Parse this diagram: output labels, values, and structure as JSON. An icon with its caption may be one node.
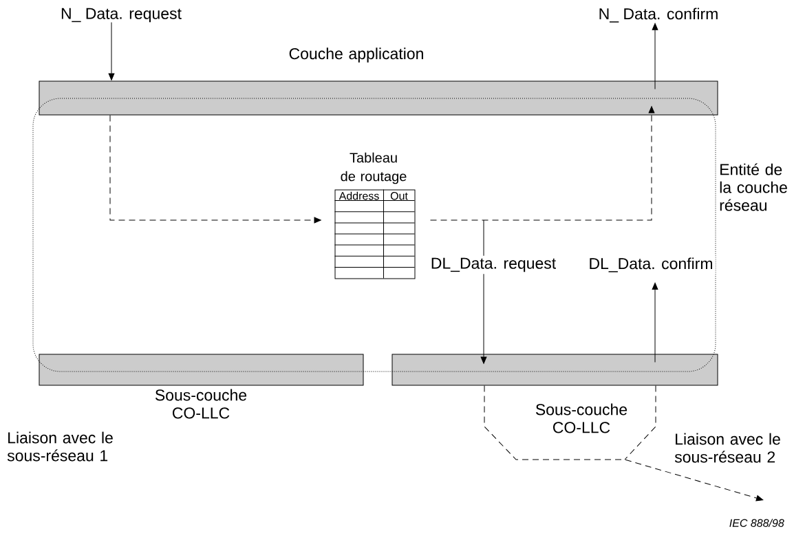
{
  "diagram": {
    "nodes": [
      {
        "text": [
          "Couche application"
        ]
      },
      {
        "text": [
          "Entité de la couche réseau"
        ]
      },
      {
        "text": [
          "Tableau de routage",
          "Address",
          "Out"
        ],
        "in": 1
      },
      {
        "text": [
          "Sous-couche CO-LLC"
        ]
      },
      {
        "text": [
          "Sous-couche CO-LLC"
        ]
      },
      {
        "text": [
          "N_ Data. request"
        ]
      },
      {
        "text": [
          "N_ Data. confirm"
        ]
      }
    ],
    "edges": [
      {
        "from": 5,
        "to": 0,
        "arrow": "to"
      },
      {
        "from": 0,
        "to": 6,
        "arrow": "to"
      },
      {
        "from": 0,
        "to": 2,
        "arrow": "to",
        "style": "dashed"
      },
      {
        "from": 2,
        "to": 0,
        "arrow": "to",
        "style": "dashed"
      },
      {
        "from": null,
        "to": 4,
        "arrow": "to",
        "label": "DL_Data. request"
      },
      {
        "from": 4,
        "to": null,
        "arrow": "to",
        "label": "DL_Data. confirm"
      },
      {
        "from": 4,
        "to": null,
        "arrow": "to",
        "style": "dashed"
      },
      {
        "from": 4,
        "to": null,
        "arrow": "none",
        "style": "dashed"
      }
    ],
    "labels": [
      "Liaison avec le sous-réseau 1",
      "Liaison avec le sous-réseau 2",
      "IEC 888/98"
    ]
  }
}
